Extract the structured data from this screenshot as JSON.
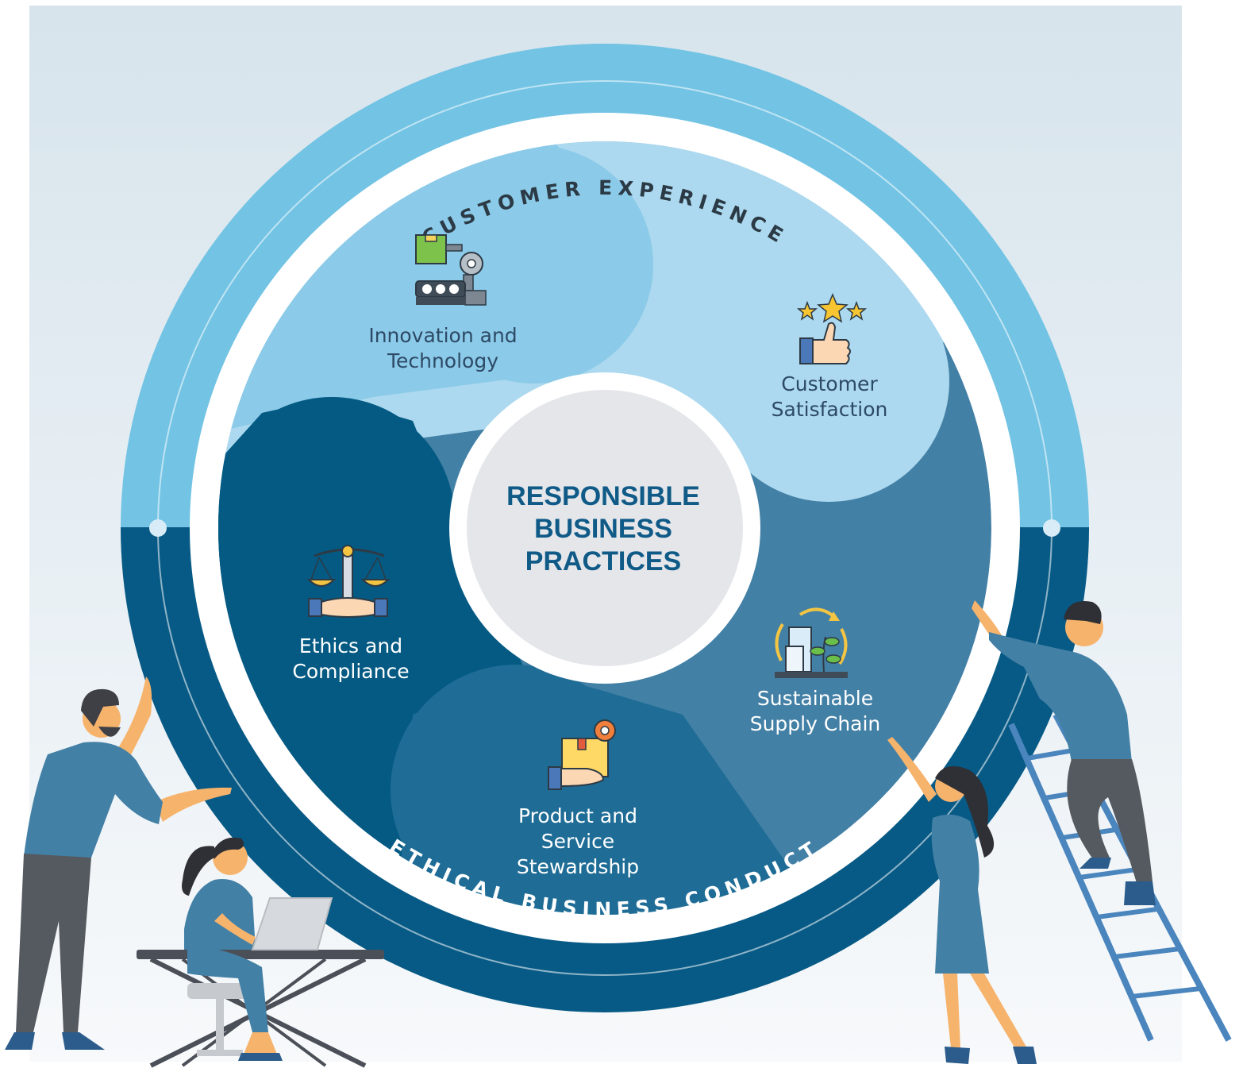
{
  "colors": {
    "background_top": "#d7e4ec",
    "background_bottom": "#f7f9fb",
    "outer_ring_top": "#72c3e4",
    "outer_ring_bottom": "#075a85",
    "segment_innovation": "#8bcae8",
    "segment_customer": "#acd9ef",
    "segment_supply": "#4380a6",
    "segment_product": "#1f6d96",
    "segment_ethics": "#045a83",
    "center_disc": "#e4e6ea",
    "center_text": "#0f5a87",
    "label_dark": "#2d4a66",
    "label_light": "#ffffff"
  },
  "ring": {
    "top_label": "CUSTOMER EXPERIENCE",
    "bottom_label": "ETHICAL BUSINESS CONDUCT"
  },
  "center": {
    "lines": [
      "RESPONSIBLE",
      "BUSINESS",
      "PRACTICES"
    ]
  },
  "segments": {
    "innovation": {
      "lines": [
        "Innovation and",
        "Technology"
      ],
      "icon": "robotic-arm-conveyor-icon"
    },
    "customer": {
      "lines": [
        "Customer",
        "Satisfaction"
      ],
      "icon": "thumbs-up-stars-icon"
    },
    "supply": {
      "lines": [
        "Sustainable",
        "Supply Chain"
      ],
      "icon": "sustainable-building-cycle-icon"
    },
    "product": {
      "lines": [
        "Product and",
        "Service",
        "Stewardship"
      ],
      "icon": "hand-package-gear-icon"
    },
    "ethics": {
      "lines": [
        "Ethics and",
        "Compliance"
      ],
      "icon": "scales-hand-icon"
    }
  }
}
